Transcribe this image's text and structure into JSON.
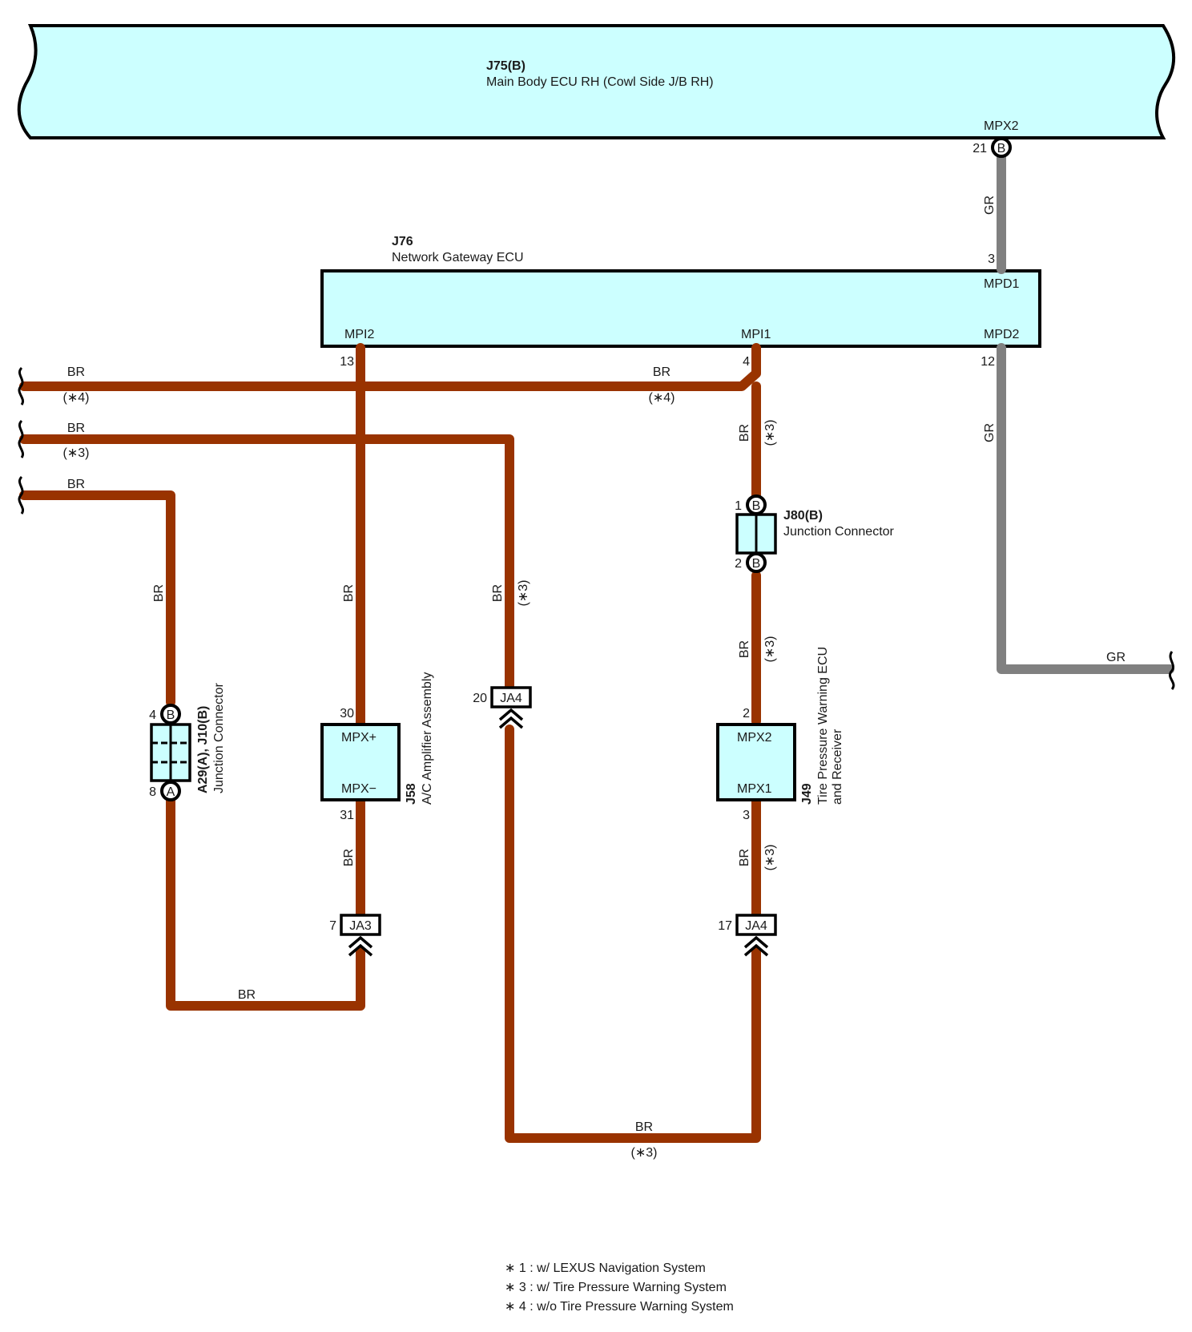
{
  "components": {
    "j75": {
      "id": "J75(B)",
      "name": "Main Body ECU RH (Cowl Side J/B RH)",
      "pin_mpx2_name": "MPX2",
      "pin_mpx2_num": "21",
      "pin_mpx2_letter": "B"
    },
    "j76": {
      "id": "J76",
      "name": "Network Gateway ECU",
      "mpd1": "MPD1",
      "mpd2": "MPD2",
      "mpi1": "MPI1",
      "mpi2": "MPI2",
      "pin_mpd1": "3",
      "pin_mpd2": "12",
      "pin_mpi1": "4",
      "pin_mpi2": "13"
    },
    "j80": {
      "id": "J80(B)",
      "name": "Junction Connector",
      "pin_top": "1",
      "pin_bottom": "2",
      "letter": "B"
    },
    "a29": {
      "id": "A29(A), J10(B)",
      "name": "Junction Connector",
      "pin_top": "4",
      "pin_bottom": "8",
      "letter_top": "B",
      "letter_bottom": "A"
    },
    "j58": {
      "id": "J58",
      "name": "A/C Amplifier Assembly",
      "mpx_plus": "MPX+",
      "mpx_minus": "MPX−",
      "pin_plus": "30",
      "pin_minus": "31"
    },
    "j49": {
      "id": "J49",
      "name_line1": "Tire Pressure Warning ECU",
      "name_line2": "and Receiver",
      "mpx2": "MPX2",
      "mpx1": "MPX1",
      "pin_mpx2": "2",
      "pin_mpx1": "3"
    },
    "ja4_20": {
      "name": "JA4",
      "pin": "20"
    },
    "ja3_7": {
      "name": "JA3",
      "pin": "7"
    },
    "ja4_17": {
      "name": "JA4",
      "pin": "17"
    }
  },
  "wire_labels": {
    "br": "BR",
    "gr": "GR",
    "note3": "(∗3)",
    "note4": "(∗4)"
  },
  "legend": [
    "∗ 1 : w/ LEXUS Navigation System",
    "∗ 3 : w/ Tire Pressure Warning System",
    "∗ 4 : w/o Tire Pressure Warning System"
  ],
  "colors": {
    "br_wire": "#993300",
    "gr_wire": "#808080",
    "component_fill": "#ccffff"
  }
}
